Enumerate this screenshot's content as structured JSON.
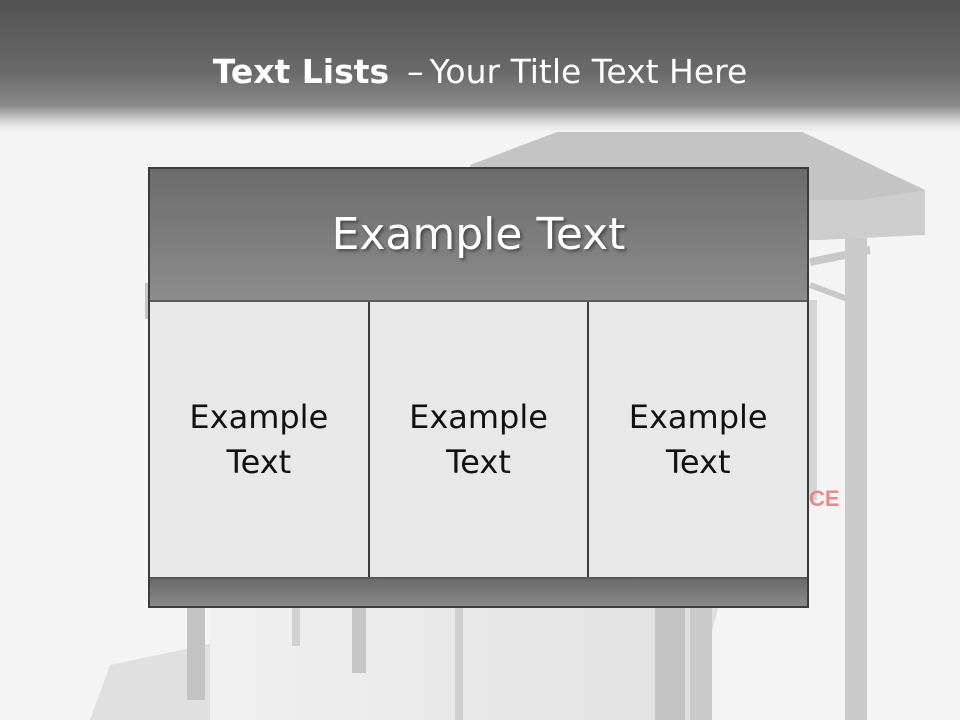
{
  "slide": {
    "title_bold": "Text Lists",
    "title_dash": "–",
    "title_rest": "Your Title Text Here"
  },
  "panel": {
    "header_text": "Example Text",
    "columns": [
      {
        "line1": "Example",
        "line2": "Text"
      },
      {
        "line1": "Example",
        "line2": "Text"
      },
      {
        "line1": "Example",
        "line2": "Text"
      }
    ]
  },
  "background": {
    "partial_sign_text": "CE",
    "colors": {
      "header_dark": "#525252",
      "panel_header": "#7c7c7c",
      "cell": "#e8e8e8",
      "sign": "#e88a8a"
    }
  }
}
